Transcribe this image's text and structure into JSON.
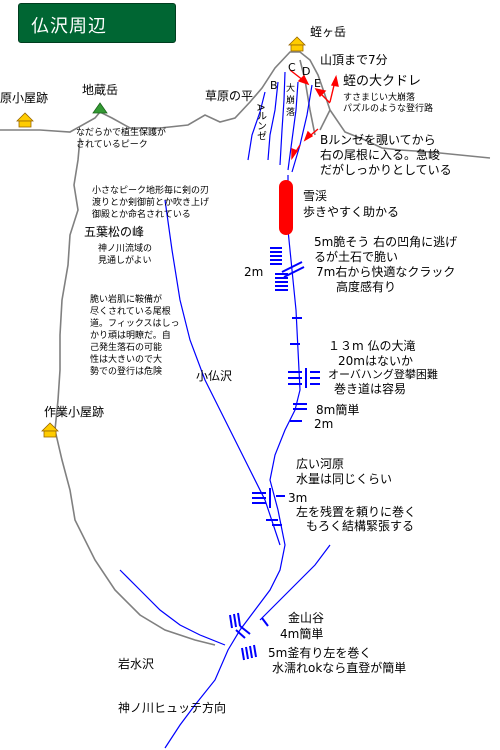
{
  "title": "仏沢周辺",
  "peaks": {
    "hiru": "蛭ヶ岳",
    "jizo": "地蔵岳",
    "haranokoyaato": "原小屋跡",
    "sakuhara": "草原の平"
  },
  "routes": {
    "b": "B",
    "c": "C",
    "d": "D",
    "e": "E",
    "a_runze": "Aルンゼ",
    "vertical1": "大",
    "vertical2": "崩",
    "vertical3": "落"
  },
  "notes": {
    "sancho": "山頂まで7分",
    "hiru_kudore": "蛭の大クドレ",
    "kudore_desc1": "すさまじい大崩落",
    "kudore_desc2": "パズルのような登行路",
    "b_runze1": "Bルンゼを覗いてから",
    "b_runze2": "右の尾根に入る。急峻",
    "b_runze3": "だがしっかりとしている",
    "nadaraka1": "なだらかで植生保護が",
    "nadaraka2": "されているピーク",
    "chiisana1": "小さなピーク地形毎に剣の刃",
    "chiisana2": "渡りとか剣御前とか吹き上げ",
    "chiisana3": "御殿とか命名されている",
    "goyomatsu": "五葉松の峰",
    "kannogawa1": "神ノ川流域の",
    "kannogawa2": "見通しがよい",
    "moroi1": "脆い岩肌に鞍備が",
    "moroi2": "尽くされている尾根",
    "moroi3": "道。フィックスはしっ",
    "moroi4": "かり頑は明瞭だ。自",
    "moroi5": "己発生落石の可能",
    "moroi6": "性は大きいので大",
    "moroi7": "勢での登行は危険",
    "sakugyo": "作業小屋跡",
    "kobotokesawa": "小仏沢",
    "sekkei1": "雪渓",
    "sekkei2": "歩きやすく助かる",
    "m5a": "5m脆そう  右の凹角に逃げ",
    "m5b": "るが土石で脆い",
    "m2": "2m",
    "m7a": "7m右から快適なクラック",
    "m7b": "高度感有り",
    "m13a": "１３m  仏の大滝",
    "m13b": "20mはないか",
    "m13c": "オーバハング登攀困難",
    "m13d": "巻き道は容易",
    "m8": "8m簡単",
    "m2b": "2m",
    "hiroi1": "広い河原",
    "hiroi2": "水量は同じくらい",
    "m3": "3m",
    "hidari1": "左を残置を頼りに巻く",
    "hidari2": "もろく結構緊張する",
    "kanayama": "金山谷",
    "m4": "4m簡単",
    "m5c": "5m釜有り左を巻く",
    "m5d": "水濡れokなら直登が簡単",
    "iwamizu": "岩水沢",
    "kannogawa_hutte": "神ノ川ヒュッテ方向"
  },
  "colors": {
    "title_bg": "#006633",
    "stream": "#0000ff",
    "ridge": "#808080",
    "snow": "#ff0000",
    "arrow": "#ff0000",
    "hut": "#ffcc00",
    "summit": "#339933"
  }
}
